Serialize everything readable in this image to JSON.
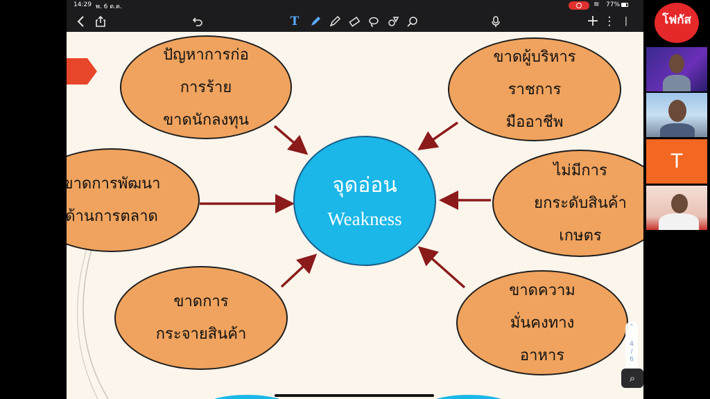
{
  "status_bar": {
    "time": "14:29",
    "date": "พ. 6 ต.ค.",
    "battery": "77%",
    "battery_level": 0.77
  },
  "toolbar": {
    "icons": [
      "back-chevron-icon",
      "share-icon",
      "undo-icon",
      "text-tool-icon",
      "pen-icon",
      "highlighter-icon",
      "eraser-icon",
      "lasso-icon",
      "shapes-icon",
      "image-icon",
      "microphone-icon",
      "add-icon",
      "more-icon"
    ]
  },
  "slide": {
    "center": {
      "line1": "จุดอ่อน",
      "line2": "Weakness",
      "color": "#1ab7e8"
    },
    "ovals": {
      "top_left": [
        "ปัญหาการก่อ",
        "การร้าย",
        "ขาดนักลงทุน"
      ],
      "middle_left": [
        "ขาดการพัฒนา",
        "ด้านการตลาด"
      ],
      "bottom_left": [
        "ขาดการ",
        "กระจายสินค้า"
      ],
      "top_right": [
        "ขาดผู้บริหาร",
        "ราชการ",
        "มืออาชีพ"
      ],
      "middle_right": [
        "ไม่มีการ",
        "ยกระดับสินค้า",
        "เกษตร"
      ],
      "bottom_right": [
        "ขาดความ",
        "มั่นคงทาง",
        "อาหาร"
      ]
    },
    "oval_color": "#f0a35e",
    "arrow_color": "#8b1a1a"
  },
  "pager": {
    "current": "4",
    "total": "6"
  },
  "participants": {
    "logo_text": "โฟกัส",
    "initial_tile": "T",
    "initial_color": "#f26722"
  }
}
